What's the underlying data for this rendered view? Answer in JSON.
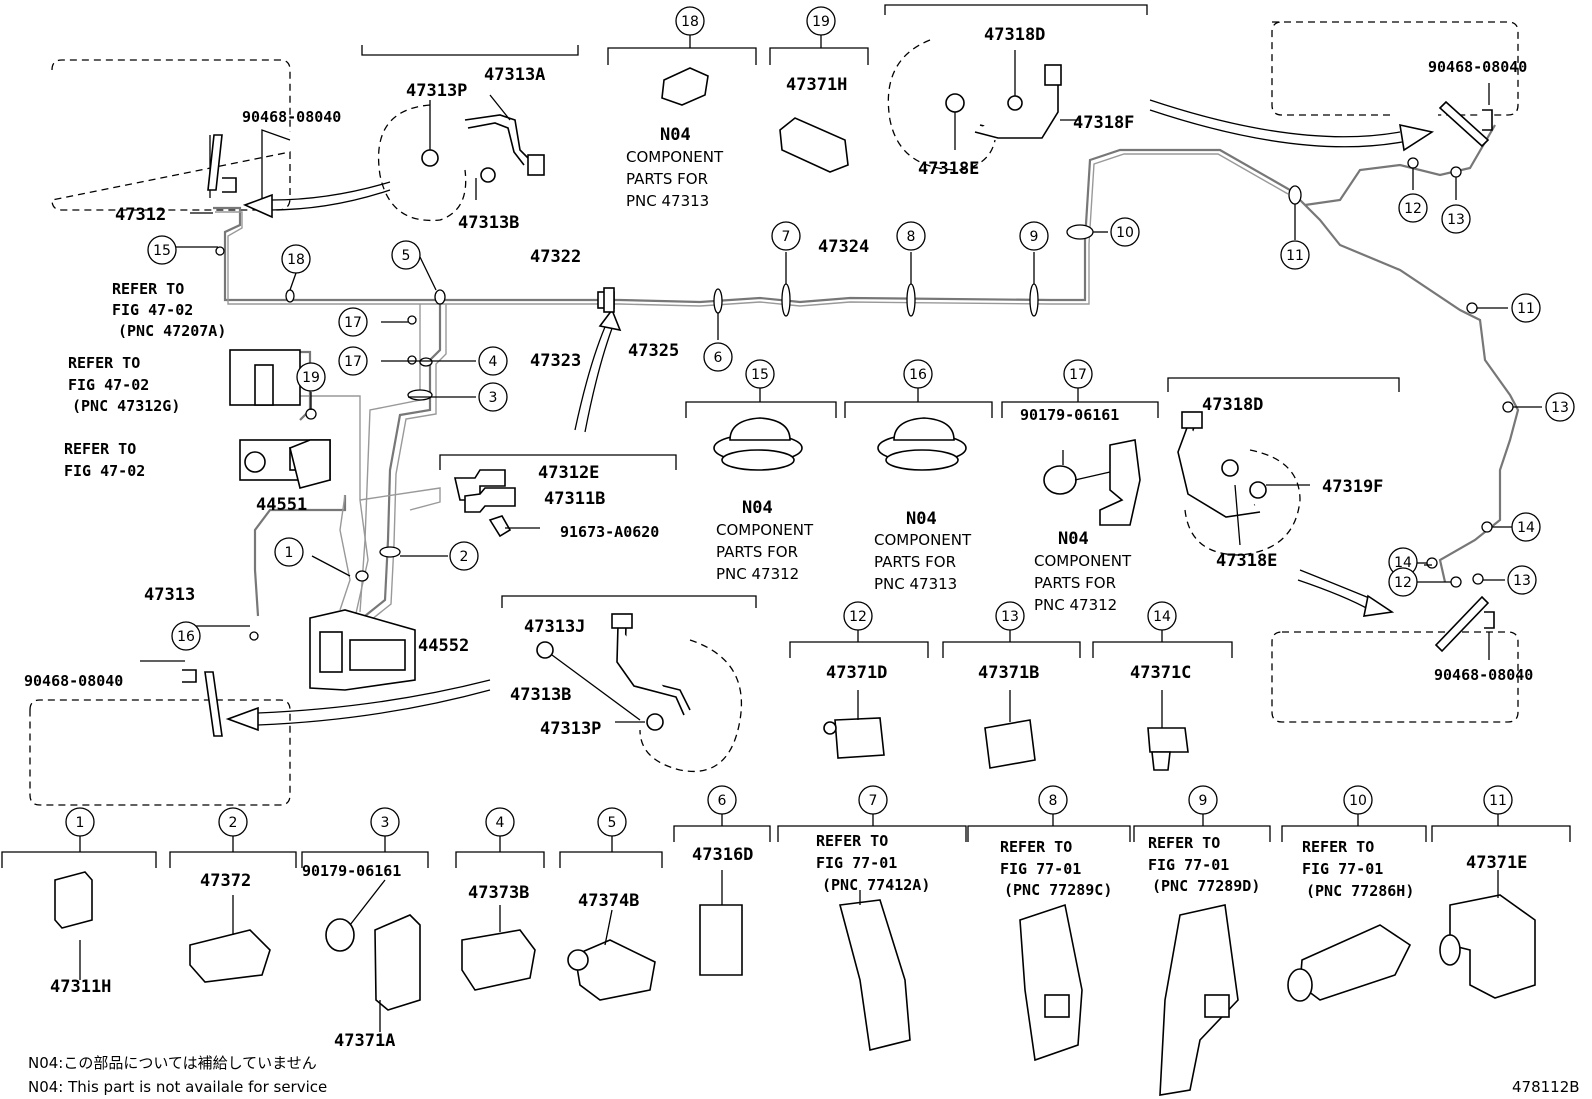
{
  "labels": {
    "p47313A": "47313A",
    "p47313P_top": "47313P",
    "p47313B_top": "47313B",
    "p90468_tl": "90468-08040",
    "p47312": "47312",
    "n04_18": "N04",
    "cp_18": [
      "COMPONENT",
      "PARTS FOR",
      "PNC 47313"
    ],
    "p47371H": "47371H",
    "p47318D_top": "47318D",
    "p47318F": "47318F",
    "p47318E_top": "47318E",
    "p90468_tr": "90468-08040",
    "refer1": [
      "REFER TO",
      "FIG 47-02",
      "(PNC 47207A)"
    ],
    "refer2": [
      "REFER TO",
      "FIG 47-02",
      "(PNC 47312G)"
    ],
    "refer3": [
      "REFER TO",
      "FIG 47-02"
    ],
    "p47322": "47322",
    "p47323": "47323",
    "p47325": "47325",
    "p47324": "47324",
    "p47312E": "47312E",
    "p47311B": "47311B",
    "p91673": "91673-A0620",
    "p44551": "44551",
    "p44552": "44552",
    "p47313": "47313",
    "p90468_bl": "90468-08040",
    "p47313J": "47313J",
    "p47313B_bot": "47313B",
    "p47313P_bot": "47313P",
    "n04_15": "N04",
    "cp_15": [
      "COMPONENT",
      "PARTS FOR",
      "PNC 47312"
    ],
    "n04_16": "N04",
    "cp_16": [
      "COMPONENT",
      "PARTS FOR",
      "PNC 47313"
    ],
    "p90179_17": "90179-06161",
    "n04_17": "N04",
    "cp_17": [
      "COMPONENT",
      "PARTS FOR",
      "PNC 47312"
    ],
    "p47318D_r": "47318D",
    "p47319F": "47319F",
    "p47318E_r": "47318E",
    "p90468_br": "90468-08040",
    "p47371D": "47371D",
    "p47371B": "47371B",
    "p47371C": "47371C",
    "p47311H": "47311H",
    "p47372": "47372",
    "p90179_3": "90179-06161",
    "p47371A": "47371A",
    "p47373B": "47373B",
    "p47374B": "47374B",
    "p47316D": "47316D",
    "refer7": [
      "REFER TO",
      "FIG 77-01",
      "(PNC 77412A)"
    ],
    "refer8": [
      "REFER TO",
      "FIG 77-01",
      "(PNC 77289C)"
    ],
    "refer9": [
      "REFER TO",
      "FIG 77-01",
      "(PNC 77289D)"
    ],
    "refer10": [
      "REFER TO",
      "FIG 77-01",
      "(PNC 77286H)"
    ],
    "p47371E": "47371E"
  },
  "callouts": [
    "1",
    "2",
    "3",
    "4",
    "5",
    "6",
    "7",
    "8",
    "9",
    "10",
    "11",
    "12",
    "13",
    "14",
    "15",
    "16",
    "17",
    "18",
    "19"
  ],
  "notes": {
    "jp": "N04:この部品については補給していません",
    "en": "N04: This part is not availale for service"
  },
  "figure_id": "478112B"
}
